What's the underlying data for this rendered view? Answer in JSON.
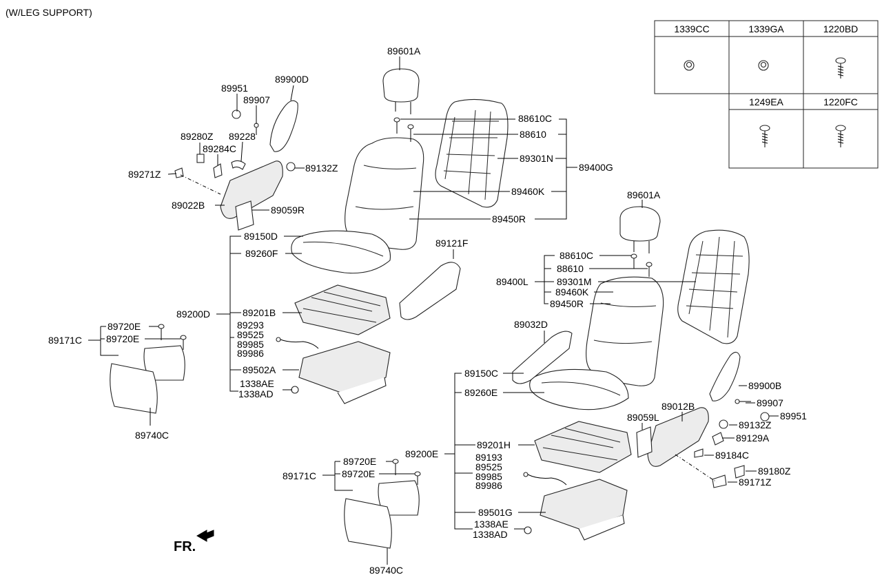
{
  "header": {
    "title": "(W/LEG SUPPORT)"
  },
  "fastener_table": {
    "headers": [
      "1339CC",
      "1339GA",
      "1220BD",
      "1249EA",
      "1220FC"
    ],
    "icons": [
      "nut-icon",
      "nut-icon",
      "screw-icon",
      "screw-icon",
      "screw-icon"
    ]
  },
  "labels": {
    "l89601a_a": "89601A",
    "l89951_a": "89951",
    "l89900d": "89900D",
    "l89907_a": "89907",
    "l89280z": "89280Z",
    "l89228": "89228",
    "l89284c": "89284C",
    "l89271z": "89271Z",
    "l89132z_a": "89132Z",
    "l89022b": "89022B",
    "l89059r": "89059R",
    "l88610c_a": "88610C",
    "l88610_a": "88610",
    "l89301n": "89301N",
    "l89400g": "89400G",
    "l89460k_a": "89460K",
    "l89450r_a": "89450R",
    "l89150d": "89150D",
    "l89260f": "89260F",
    "l89121f": "89121F",
    "l89200d": "89200D",
    "l89201b": "89201B",
    "l89293": "89293",
    "l89525_a": "89525",
    "l89985_a": "89985",
    "l89986_a": "89986",
    "l89502a": "89502A",
    "l1338ae_a": "1338AE",
    "l1338ad_a": "1338AD",
    "l89720e_a1": "89720E",
    "l89720e_a2": "89720E",
    "l89171c_a": "89171C",
    "l89740c_a": "89740C",
    "l89601a_b": "89601A",
    "l88610c_b": "88610C",
    "l88610_b": "88610",
    "l89400l": "89400L",
    "l89301m": "89301M",
    "l89460k_b": "89460K",
    "l89450r_b": "89450R",
    "l89032d": "89032D",
    "l89150c": "89150C",
    "l89260e": "89260E",
    "l89900b": "89900B",
    "l89907_b": "89907",
    "l89951_b": "89951",
    "l89012b": "89012B",
    "l89059l": "89059L",
    "l89132z_b": "89132Z",
    "l89129a": "89129A",
    "l89184c": "89184C",
    "l89180z": "89180Z",
    "l89171z": "89171Z",
    "l89200e": "89200E",
    "l89201h": "89201H",
    "l89193": "89193",
    "l89525_b": "89525",
    "l89985_b": "89985",
    "l89986_b": "89986",
    "l89501g": "89501G",
    "l1338ae_b": "1338AE",
    "l1338ad_b": "1338AD",
    "l89720e_b1": "89720E",
    "l89720e_b2": "89720E",
    "l89171c_b": "89171C",
    "l89740c_b": "89740C",
    "fr": "FR."
  }
}
